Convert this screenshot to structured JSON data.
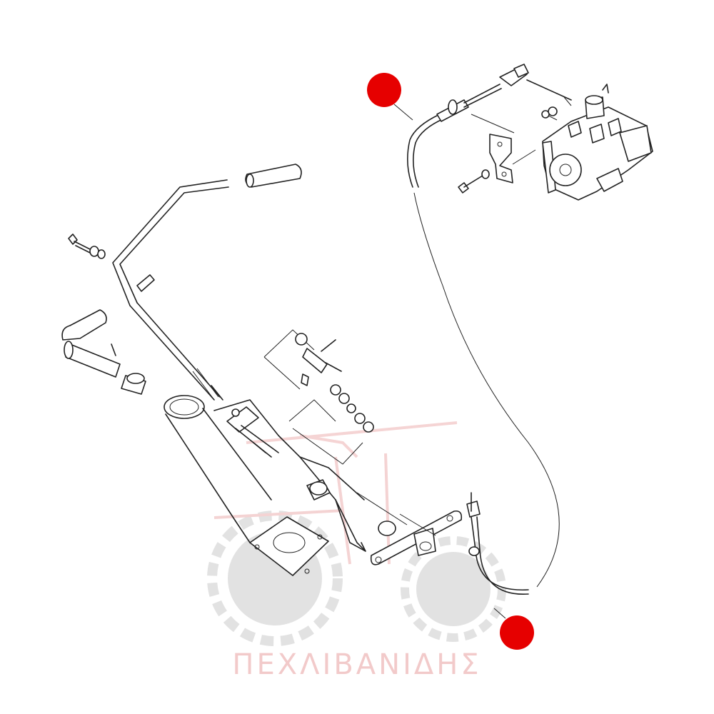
{
  "watermark": {
    "brand_text": "ΠΕΧΛΙΒΑΝΙΔΗΣ",
    "logo_color": "#bfbfbf",
    "accent_color": "#e8a0a0"
  },
  "markers": {
    "color": "#e60000",
    "items": [
      {
        "id": "cable-end-top"
      },
      {
        "id": "cable-end-bottom"
      }
    ]
  }
}
